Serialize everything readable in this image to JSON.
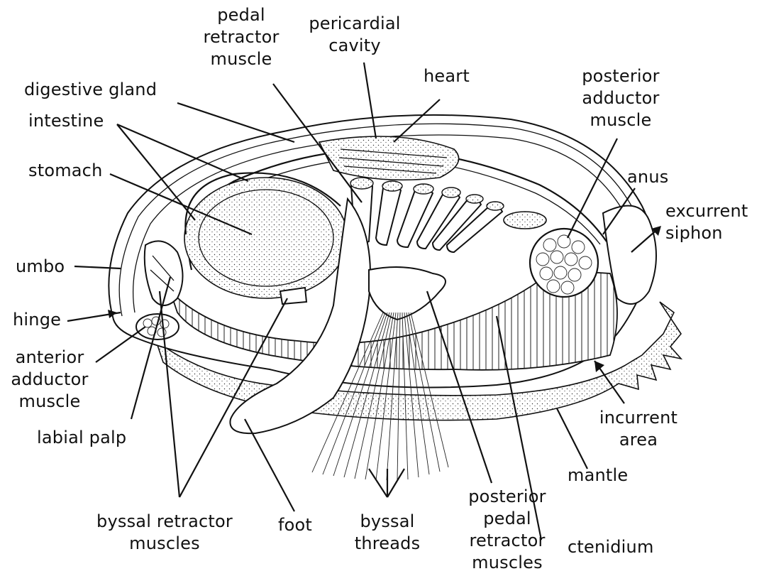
{
  "diagram": {
    "labels": {
      "pedal_retractor": "pedal\nretractor\nmuscle",
      "pericardial_cavity": "pericardial\ncavity",
      "heart": "heart",
      "posterior_adductor": "posterior\nadductor\nmuscle",
      "digestive_gland": "digestive gland",
      "intestine": "intestine",
      "stomach": "stomach",
      "anus": "anus",
      "excurrent_siphon": "excurrent\nsiphon",
      "umbo": "umbo",
      "hinge": "hinge",
      "anterior_adductor": "anterior\nadductor\nmuscle",
      "labial_palp": "labial palp",
      "incurrent_area": "incurrent\narea",
      "mantle": "mantle",
      "byssal_retractor": "byssal retractor\nmuscles",
      "foot": "foot",
      "byssal_threads": "byssal\nthreads",
      "posterior_pedal": "posterior\npedal\nretractor\nmuscles",
      "ctenidium": "ctenidium"
    }
  }
}
